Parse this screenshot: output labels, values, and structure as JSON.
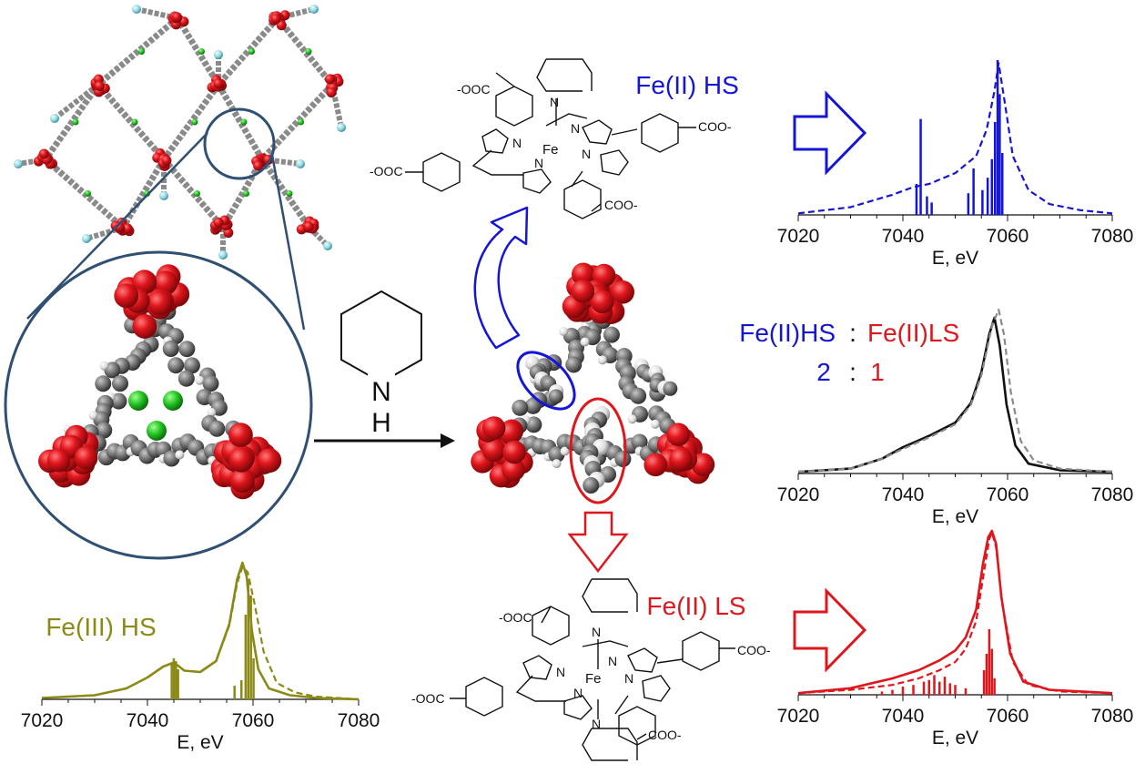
{
  "colors": {
    "blue": "#1515d6",
    "red": "#e0161d",
    "olive": "#8c8a17",
    "black": "#111111",
    "gray": "#8a8a8a",
    "ring_frame": "#2f4f73"
  },
  "labels": {
    "fe2_hs": "Fe(II) HS",
    "fe2_ls": "Fe(II) LS",
    "fe3_hs": "Fe(III) HS",
    "ratio_left": "Fe(II)HS",
    "ratio_colon": ":",
    "ratio_right": "Fe(II)LS",
    "ratio_num_left": "2",
    "ratio_num_right": "1",
    "piperidine_n": "N",
    "piperidine_h": "H"
  },
  "molecules": {
    "top": {
      "carboxylates": [
        "-OOC",
        "COO-",
        "-OOC",
        "COO-"
      ],
      "atoms": [
        "N",
        "Fe",
        "N",
        "N",
        "N",
        "N"
      ]
    },
    "bottom": {
      "carboxylates": [
        "-OOC",
        "COO-",
        "-OOC",
        "COO-"
      ],
      "atoms": [
        "N",
        "Fe",
        "N",
        "N",
        "N",
        "N",
        "N"
      ]
    }
  },
  "chart_data": [
    {
      "id": "fe2-hs-spectrum",
      "type": "line",
      "color": "#1515d6",
      "xlabel": "E, eV",
      "xlim": [
        7020,
        7080
      ],
      "xticks": [
        7020,
        7040,
        7060,
        7080
      ],
      "series": [
        {
          "style": "dashed",
          "x": [
            7020,
            7030,
            7038,
            7042,
            7045,
            7050,
            7054,
            7056,
            7057.5,
            7058.3,
            7059.5,
            7061,
            7064,
            7068,
            7074,
            7080
          ],
          "y": [
            0.01,
            0.05,
            0.13,
            0.18,
            0.2,
            0.27,
            0.38,
            0.55,
            0.8,
            0.98,
            0.72,
            0.38,
            0.16,
            0.07,
            0.03,
            0.01
          ]
        }
      ],
      "sticks": {
        "x": [
          7042.6,
          7043.4,
          7044.6,
          7045.5,
          7052.5,
          7053.5,
          7055.2,
          7056.2,
          7057.0,
          7057.6,
          7058.1,
          7058.5,
          7059.0
        ],
        "y": [
          0.2,
          0.62,
          0.12,
          0.08,
          0.14,
          0.3,
          0.16,
          0.24,
          0.36,
          0.6,
          1.0,
          0.78,
          0.4
        ]
      }
    },
    {
      "id": "mixture-spectrum",
      "type": "line",
      "xlabel": "E, eV",
      "xlim": [
        7020,
        7080
      ],
      "xticks": [
        7020,
        7040,
        7060,
        7080
      ],
      "series": [
        {
          "style": "solid",
          "color": "#111111",
          "x": [
            7020,
            7030,
            7036,
            7040,
            7045,
            7050,
            7053,
            7055,
            7056.5,
            7057.5,
            7058.5,
            7059.8,
            7061.5,
            7064,
            7070,
            7080
          ],
          "y": [
            0.01,
            0.03,
            0.09,
            0.16,
            0.23,
            0.31,
            0.43,
            0.62,
            0.85,
            0.95,
            0.78,
            0.42,
            0.17,
            0.06,
            0.02,
            0.01
          ]
        },
        {
          "style": "dashed",
          "color": "#8a8a8a",
          "x": [
            7020,
            7030,
            7036,
            7040,
            7045,
            7050,
            7053,
            7055,
            7057,
            7058.3,
            7059.3,
            7060.6,
            7062.5,
            7065,
            7070,
            7080
          ],
          "y": [
            0.01,
            0.03,
            0.09,
            0.15,
            0.22,
            0.3,
            0.42,
            0.6,
            0.9,
            1.0,
            0.85,
            0.5,
            0.2,
            0.08,
            0.03,
            0.01
          ]
        }
      ]
    },
    {
      "id": "fe2-ls-spectrum",
      "type": "line",
      "color": "#e0161d",
      "xlabel": "E, eV",
      "xlim": [
        7020,
        7080
      ],
      "xticks": [
        7020,
        7040,
        7060,
        7080
      ],
      "series": [
        {
          "style": "solid",
          "x": [
            7020,
            7030,
            7038,
            7043,
            7047,
            7050,
            7052,
            7054,
            7055.3,
            7056.3,
            7057,
            7057.8,
            7058.8,
            7060.5,
            7063,
            7068,
            7080
          ],
          "y": [
            0.01,
            0.04,
            0.1,
            0.15,
            0.21,
            0.27,
            0.35,
            0.52,
            0.8,
            0.96,
            1.0,
            0.92,
            0.6,
            0.25,
            0.08,
            0.03,
            0.01
          ]
        },
        {
          "style": "dashed",
          "x": [
            7020,
            7030,
            7038,
            7043,
            7047,
            7050,
            7052,
            7054,
            7055.5,
            7056.5,
            7057,
            7057.8,
            7059,
            7061,
            7064,
            7070,
            7080
          ],
          "y": [
            0.01,
            0.03,
            0.06,
            0.1,
            0.15,
            0.2,
            0.28,
            0.45,
            0.75,
            0.95,
            0.99,
            0.9,
            0.55,
            0.2,
            0.06,
            0.02,
            0.01
          ]
        }
      ],
      "sticks": {
        "x": [
          7036,
          7038,
          7040,
          7042,
          7044,
          7045,
          7046,
          7047,
          7048,
          7049,
          7050,
          7052,
          7055.5,
          7056,
          7056.5,
          7057,
          7057.5
        ],
        "y": [
          0.02,
          0.03,
          0.05,
          0.06,
          0.08,
          0.09,
          0.12,
          0.08,
          0.11,
          0.07,
          0.06,
          0.04,
          0.15,
          0.25,
          0.4,
          0.28,
          0.1
        ]
      }
    },
    {
      "id": "fe3-hs-spectrum",
      "type": "line",
      "color": "#8c8a17",
      "xlabel": "E, eV",
      "xlim": [
        7020,
        7080
      ],
      "xticks": [
        7020,
        7040,
        7060,
        7080
      ],
      "series": [
        {
          "style": "solid",
          "x": [
            7020,
            7030,
            7036,
            7040,
            7043,
            7045,
            7047,
            7050,
            7053,
            7055.5,
            7057,
            7058,
            7058.8,
            7059.8,
            7061,
            7063,
            7067,
            7072,
            7080
          ],
          "y": [
            0.01,
            0.03,
            0.08,
            0.16,
            0.24,
            0.27,
            0.21,
            0.2,
            0.28,
            0.55,
            0.88,
            1.0,
            0.9,
            0.5,
            0.22,
            0.08,
            0.03,
            0.01,
            0.0
          ]
        },
        {
          "style": "dashed",
          "x": [
            7020,
            7030,
            7036,
            7040,
            7043,
            7045,
            7047,
            7050,
            7053,
            7055.5,
            7057,
            7058,
            7059,
            7060.3,
            7062,
            7064.5,
            7068,
            7072,
            7080
          ],
          "y": [
            0.01,
            0.03,
            0.08,
            0.16,
            0.24,
            0.27,
            0.21,
            0.2,
            0.28,
            0.54,
            0.85,
            0.97,
            0.93,
            0.7,
            0.35,
            0.12,
            0.05,
            0.02,
            0.0
          ]
        }
      ],
      "sticks": {
        "x": [
          7044.6,
          7045.0,
          7045.4,
          7045.8,
          7056.5,
          7057.8,
          7058.6,
          7059.1,
          7059.6,
          7060.1
        ],
        "y": [
          0.26,
          0.3,
          0.28,
          0.22,
          0.1,
          0.14,
          0.62,
          0.88,
          0.76,
          0.3
        ]
      }
    }
  ]
}
